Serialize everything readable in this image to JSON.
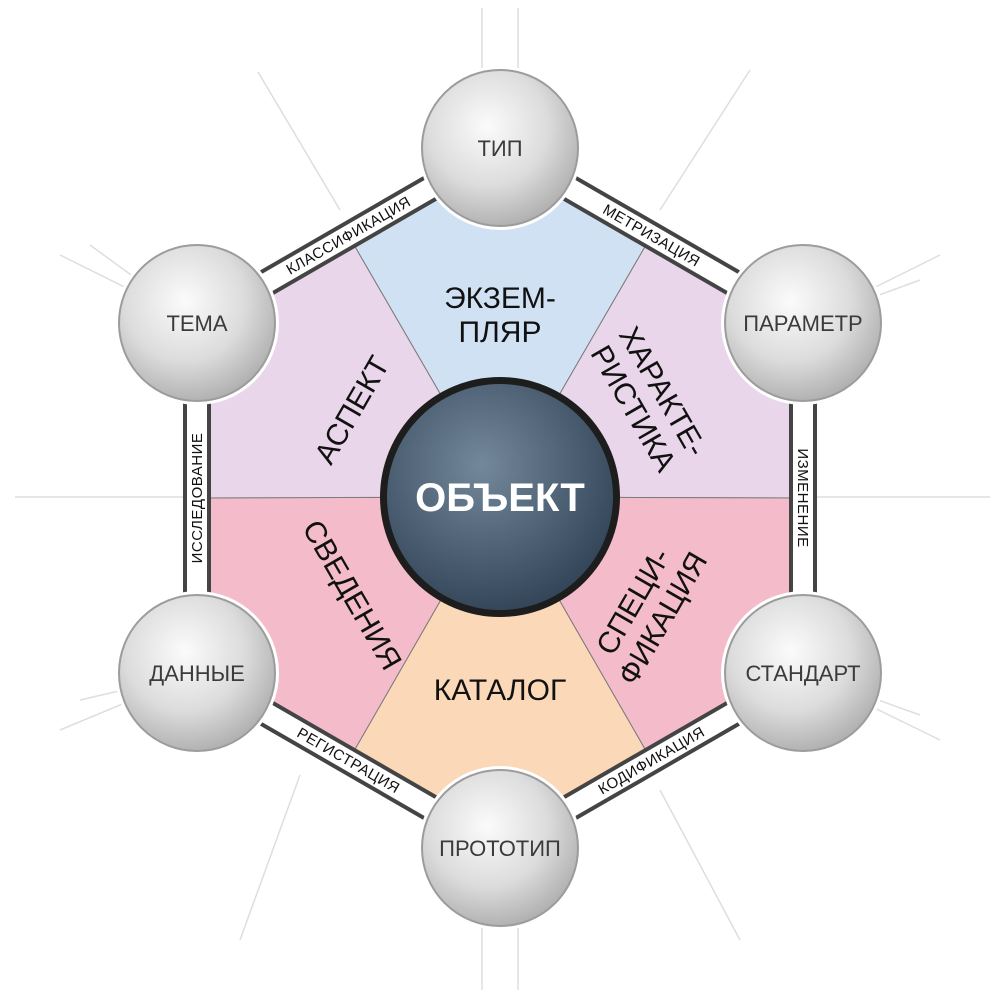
{
  "center": {
    "label": "ОБЪЕКТ"
  },
  "nodes": [
    {
      "id": "top",
      "label": "ТИП"
    },
    {
      "id": "upper-right",
      "label": "ПАРАМЕТР"
    },
    {
      "id": "lower-right",
      "label": "СТАНДАРТ"
    },
    {
      "id": "bottom",
      "label": "ПРОТОТИП"
    },
    {
      "id": "lower-left",
      "label": "ДАННЫЕ"
    },
    {
      "id": "upper-left",
      "label": "ТЕМА"
    }
  ],
  "edges": [
    {
      "id": "top-upper-right",
      "label": "МЕТРИЗАЦИЯ"
    },
    {
      "id": "upper-right-lower-right",
      "label": "ИЗМЕНЕНИЕ"
    },
    {
      "id": "lower-right-bottom",
      "label": "КОДИФИКАЦИЯ"
    },
    {
      "id": "bottom-lower-left",
      "label": "РЕГИСТРАЦИЯ"
    },
    {
      "id": "lower-left-upper-left",
      "label": "ИССЛЕДОВАНИЕ"
    },
    {
      "id": "upper-left-top",
      "label": "КЛАССИФИКАЦИЯ"
    }
  ],
  "sectors": [
    {
      "id": "top",
      "lines": [
        "ЭКЗЕМ-",
        "ПЛЯР"
      ],
      "color": "#cfe1f2"
    },
    {
      "id": "upper-right",
      "lines": [
        "ХАРАКТЕ-",
        "РИСТИКА"
      ],
      "color": "#ead6ea"
    },
    {
      "id": "lower-right",
      "lines": [
        "СПЕЦИ-",
        "ФИКАЦИЯ"
      ],
      "color": "#f4bccb"
    },
    {
      "id": "bottom",
      "lines": [
        "КАТАЛОГ"
      ],
      "color": "#fbd8b8"
    },
    {
      "id": "lower-left",
      "lines": [
        "СВЕДЕНИЯ"
      ],
      "color": "#f4bccb"
    },
    {
      "id": "upper-left",
      "lines": [
        "АСПЕКТ"
      ],
      "color": "#ead6ea"
    }
  ]
}
